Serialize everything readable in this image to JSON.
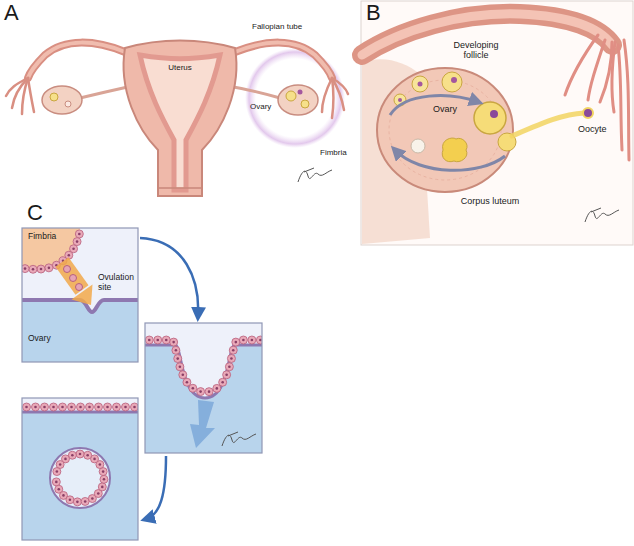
{
  "diagram": {
    "labels": [
      "A",
      "Fallopian tube",
      "Uterus",
      "Ovary",
      "Fimbria",
      "B",
      "Developing follicle",
      "Ovary",
      "Oocyte",
      "Corpus luteum",
      "C",
      "Fimbria",
      "Ovulation site",
      "Ovary"
    ]
  }
}
